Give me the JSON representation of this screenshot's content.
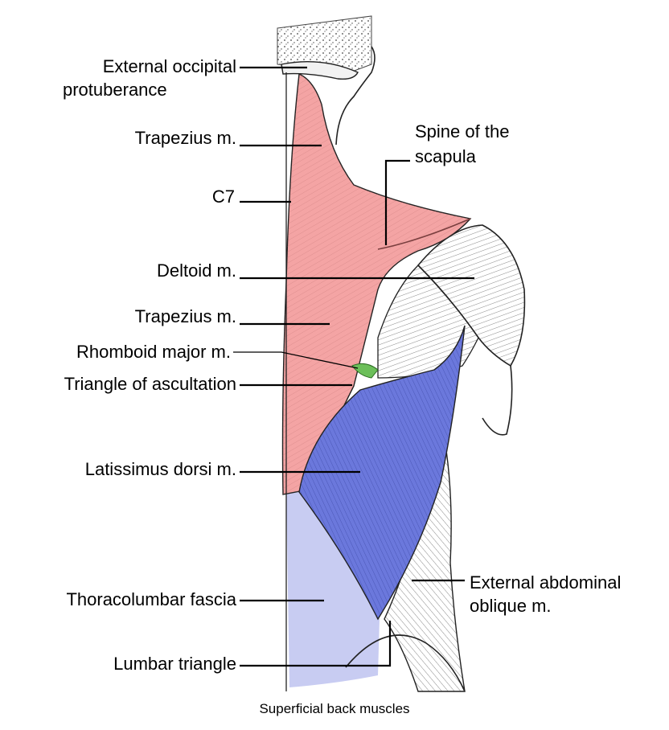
{
  "diagram": {
    "caption": "Superficial back muscles",
    "labels": {
      "external_occipital_line1": "External occipital",
      "external_occipital_line2": "protuberance",
      "trapezius_upper": "Trapezius m.",
      "c7": "C7",
      "spine_scapula_line1": "Spine of the",
      "spine_scapula_line2": "scapula",
      "deltoid": "Deltoid m.",
      "trapezius_lower": "Trapezius m.",
      "rhomboid_major": "Rhomboid major m.",
      "triangle_ascultation": "Triangle of ascultation",
      "latissimus": "Latissimus dorsi m.",
      "external_oblique_line1": "External abdominal",
      "external_oblique_line2": "oblique m.",
      "thoracolumbar": "Thoracolumbar fascia",
      "lumbar_triangle": "Lumbar triangle"
    },
    "colors": {
      "trapezius": "#f4a4a4",
      "latissimus": "#6b78dc",
      "thoracolumbar_fascia": "#c8ccf2",
      "rhomboid": "#6cbf5a",
      "outline": "#222222"
    }
  }
}
